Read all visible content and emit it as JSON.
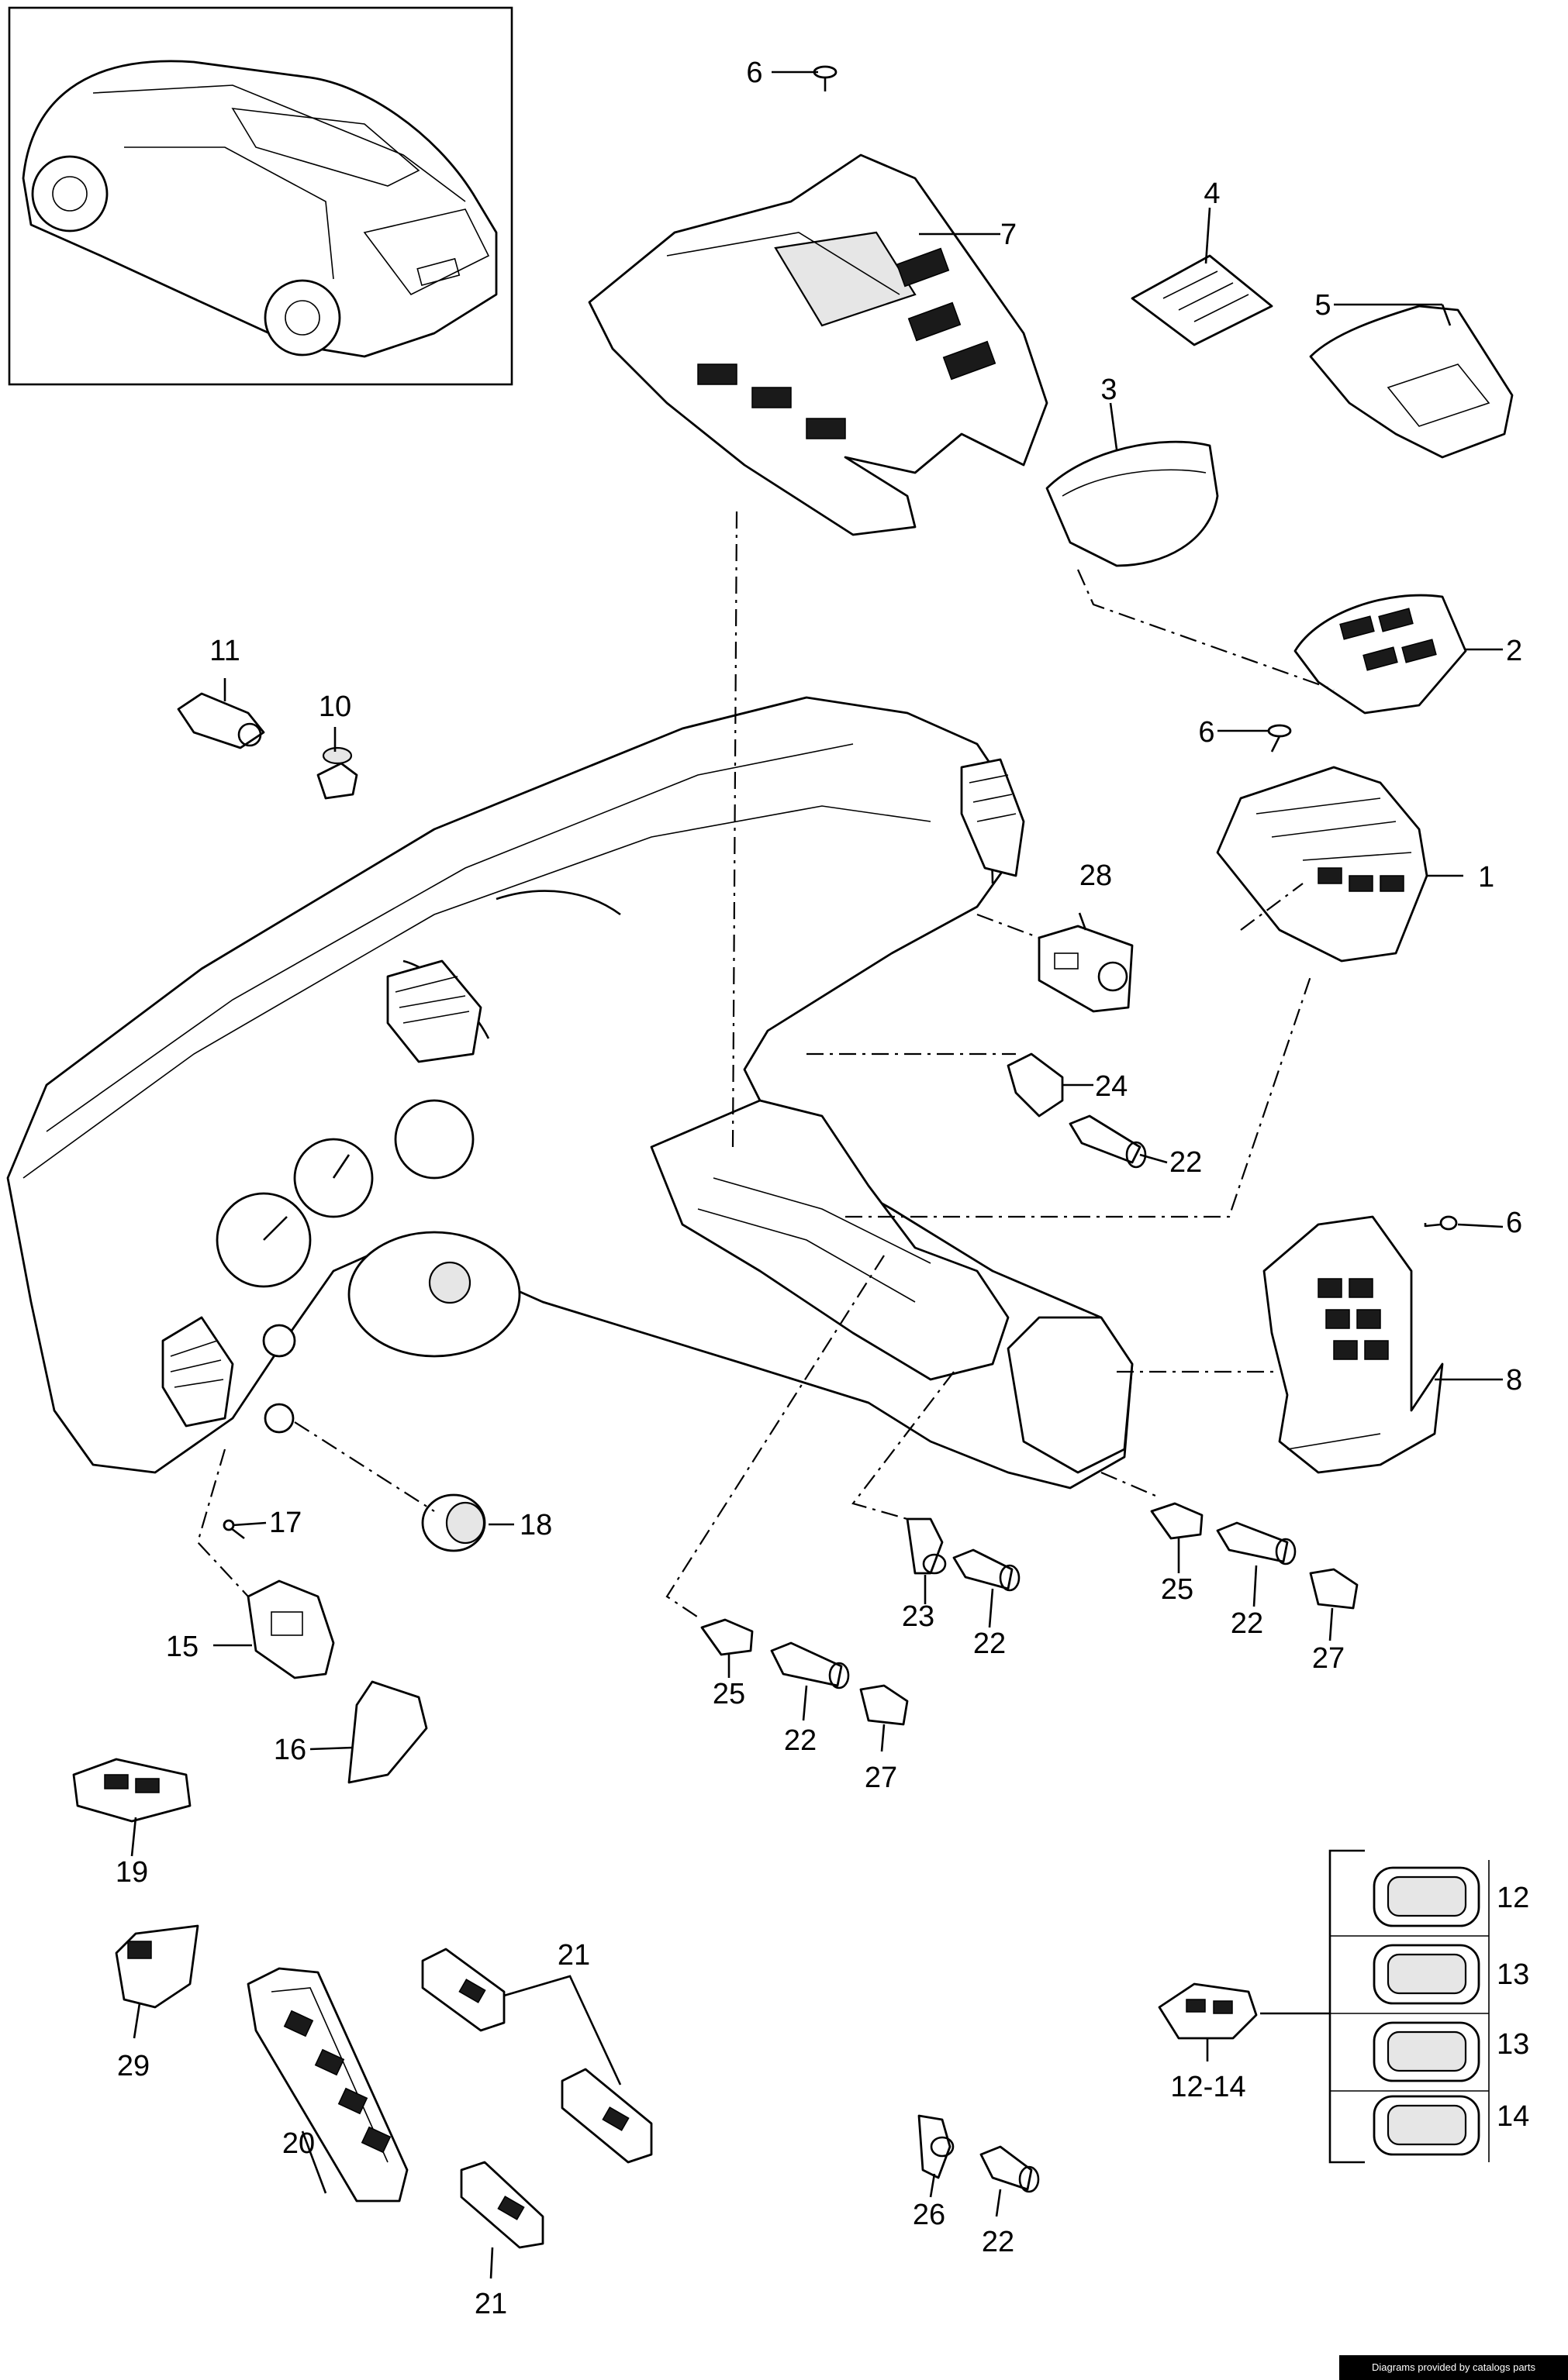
{
  "callouts": {
    "c1": "1",
    "c2": "2",
    "c3": "3",
    "c4": "4",
    "c5": "5",
    "c6a": "6",
    "c6b": "6",
    "c6c": "6",
    "c7": "7",
    "c8": "8",
    "c10": "10",
    "c11": "11",
    "c12": "12",
    "c13a": "13",
    "c13b": "13",
    "c14": "14",
    "c12_14": "12-14",
    "c15": "15",
    "c16": "16",
    "c17": "17",
    "c18": "18",
    "c19": "19",
    "c20": "20",
    "c21a": "21",
    "c21b": "21",
    "c22a": "22",
    "c22b": "22",
    "c22c": "22",
    "c22d": "22",
    "c22e": "22",
    "c23": "23",
    "c24": "24",
    "c25a": "25",
    "c25b": "25",
    "c26": "26",
    "c27a": "27",
    "c27b": "27",
    "c28": "28",
    "c29": "29"
  },
  "footer": {
    "credit": "Diagrams provided by catalogs parts"
  }
}
